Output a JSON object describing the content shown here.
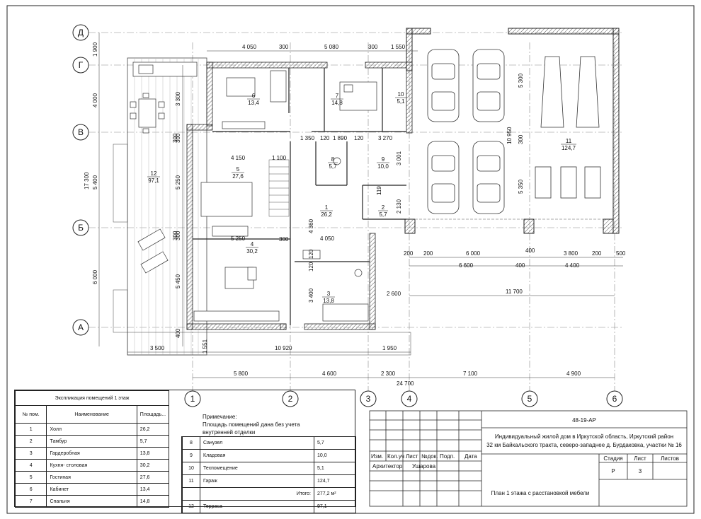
{
  "drawing": {
    "axes_letters": [
      "Д",
      "Г",
      "В",
      "Б",
      "А"
    ],
    "axes_numbers": [
      "1",
      "2",
      "3",
      "4",
      "5",
      "6"
    ],
    "top_dims": [
      "4 050",
      "300",
      "5 080",
      "300",
      "1 550"
    ],
    "left_dims": [
      "1 900",
      "4 000",
      "17 300",
      "5 400",
      "6 000"
    ],
    "left_inner_dims": [
      "3 300",
      "300",
      "5 250",
      "300",
      "5 450",
      "400"
    ],
    "bottom_dims_1": [
      "3 500",
      "10 920",
      "1 950"
    ],
    "bottom_dims_2": [
      "5 800",
      "4 600",
      "2 300",
      "7 100",
      "4 900"
    ],
    "bottom_total": "24 700",
    "garage_dims": [
      "200",
      "200",
      "6 000",
      "400",
      "3 800",
      "200",
      "500",
      "6 600",
      "400",
      "4 400",
      "11 700"
    ],
    "inner_dims": [
      "4 150",
      "1 100",
      "1 350",
      "120",
      "1 890",
      "120",
      "3 270",
      "5 250",
      "4 360",
      "4 050",
      "3 400",
      "2 600",
      "120",
      "1 551",
      "3 001",
      "2 130",
      "10 950",
      "5 300",
      "5 350",
      "300",
      "300",
      "300",
      "300",
      "120",
      "119"
    ],
    "rooms": [
      {
        "num": "1",
        "area": "26,2"
      },
      {
        "num": "2",
        "area": "5,7"
      },
      {
        "num": "3",
        "area": "13,8"
      },
      {
        "num": "4",
        "area": "30,2"
      },
      {
        "num": "5",
        "area": "27,6"
      },
      {
        "num": "6",
        "area": "13,4"
      },
      {
        "num": "7",
        "area": "14,8"
      },
      {
        "num": "8",
        "area": "5,7"
      },
      {
        "num": "9",
        "area": "10,0"
      },
      {
        "num": "10",
        "area": "5,1"
      },
      {
        "num": "11",
        "area": "124,7"
      },
      {
        "num": "12",
        "area": "97,1"
      }
    ]
  },
  "explication": {
    "title": "Экспликация помещений  1 этаж",
    "headers": [
      "№ пом.",
      "Наименование",
      "Площадь..."
    ],
    "left_rows": [
      {
        "n": "1",
        "name": "Холл",
        "area": "26,2"
      },
      {
        "n": "2",
        "name": "Тамбур",
        "area": "5,7"
      },
      {
        "n": "3",
        "name": "Гардеробная",
        "area": "13,8"
      },
      {
        "n": "4",
        "name": "Кухня- столовая",
        "area": "30,2"
      },
      {
        "n": "5",
        "name": "Гостиная",
        "area": "27,6"
      },
      {
        "n": "6",
        "name": "Кабинет",
        "area": "13,4"
      },
      {
        "n": "7",
        "name": "Спальня",
        "area": "14,8"
      }
    ],
    "right_rows": [
      {
        "n": "8",
        "name": "Санузел",
        "area": "5,7"
      },
      {
        "n": "9",
        "name": "Кладовая",
        "area": "10,0"
      },
      {
        "n": "10",
        "name": "Техпомещение",
        "area": "5,1"
      },
      {
        "n": "11",
        "name": "Гараж",
        "area": "124,7"
      },
      {
        "n": "",
        "name": "Итого:",
        "area": "277,2 м²"
      },
      {
        "n": "12",
        "name": "Терраса",
        "area": "97,1"
      }
    ]
  },
  "note": {
    "title": "Примечание:",
    "line1": "Площадь помещений дана без учета",
    "line2": "внутренней отделки"
  },
  "title_block": {
    "code": "48-19-АР",
    "object_line1": "Индивидуальный жилой дом в Иркутской область, Иркутский район",
    "object_line2": "32 км Байкальского тракта, северо-западнее д. Бурдаковка, участки № 16",
    "cols": [
      "Изм.",
      "Кол.уч",
      "Лист",
      "№док.",
      "Подп.",
      "Дата"
    ],
    "role": "Архитектор",
    "person": "Ушарова",
    "stage_label": "Стадия",
    "sheet_label": "Лист",
    "sheets_label": "Листов",
    "stage": "Р",
    "sheet": "3",
    "sheet_title": "План 1 этажа с расстановкой мебели"
  }
}
